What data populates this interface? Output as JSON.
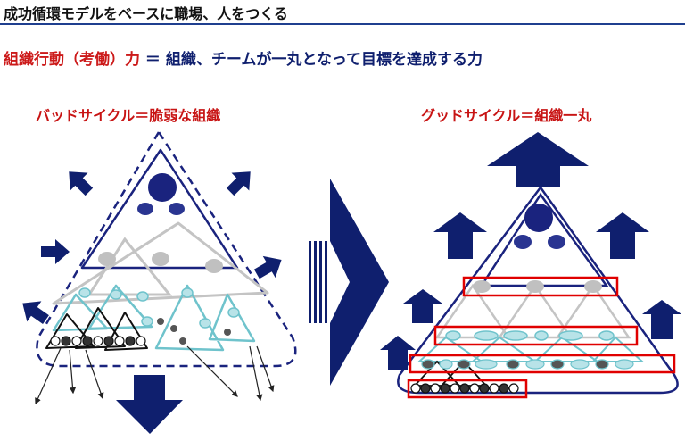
{
  "header": {
    "title": "成功循環モデルをベースに職場、人をつくる"
  },
  "subtitle": {
    "left": "組織行動（考働）力",
    "equals": " ＝ ",
    "right": "組織、チームが一丸となって目標を達成する力"
  },
  "bad_cycle": {
    "title": "バッドサイクル＝脆弱な組織"
  },
  "good_cycle": {
    "title": "グッドサイクル＝組織一丸"
  },
  "colors": {
    "navy": "#0f1f6e",
    "red": "#cc1a1a",
    "teal": "#6fc3cc",
    "gray": "#bdbdbd"
  }
}
